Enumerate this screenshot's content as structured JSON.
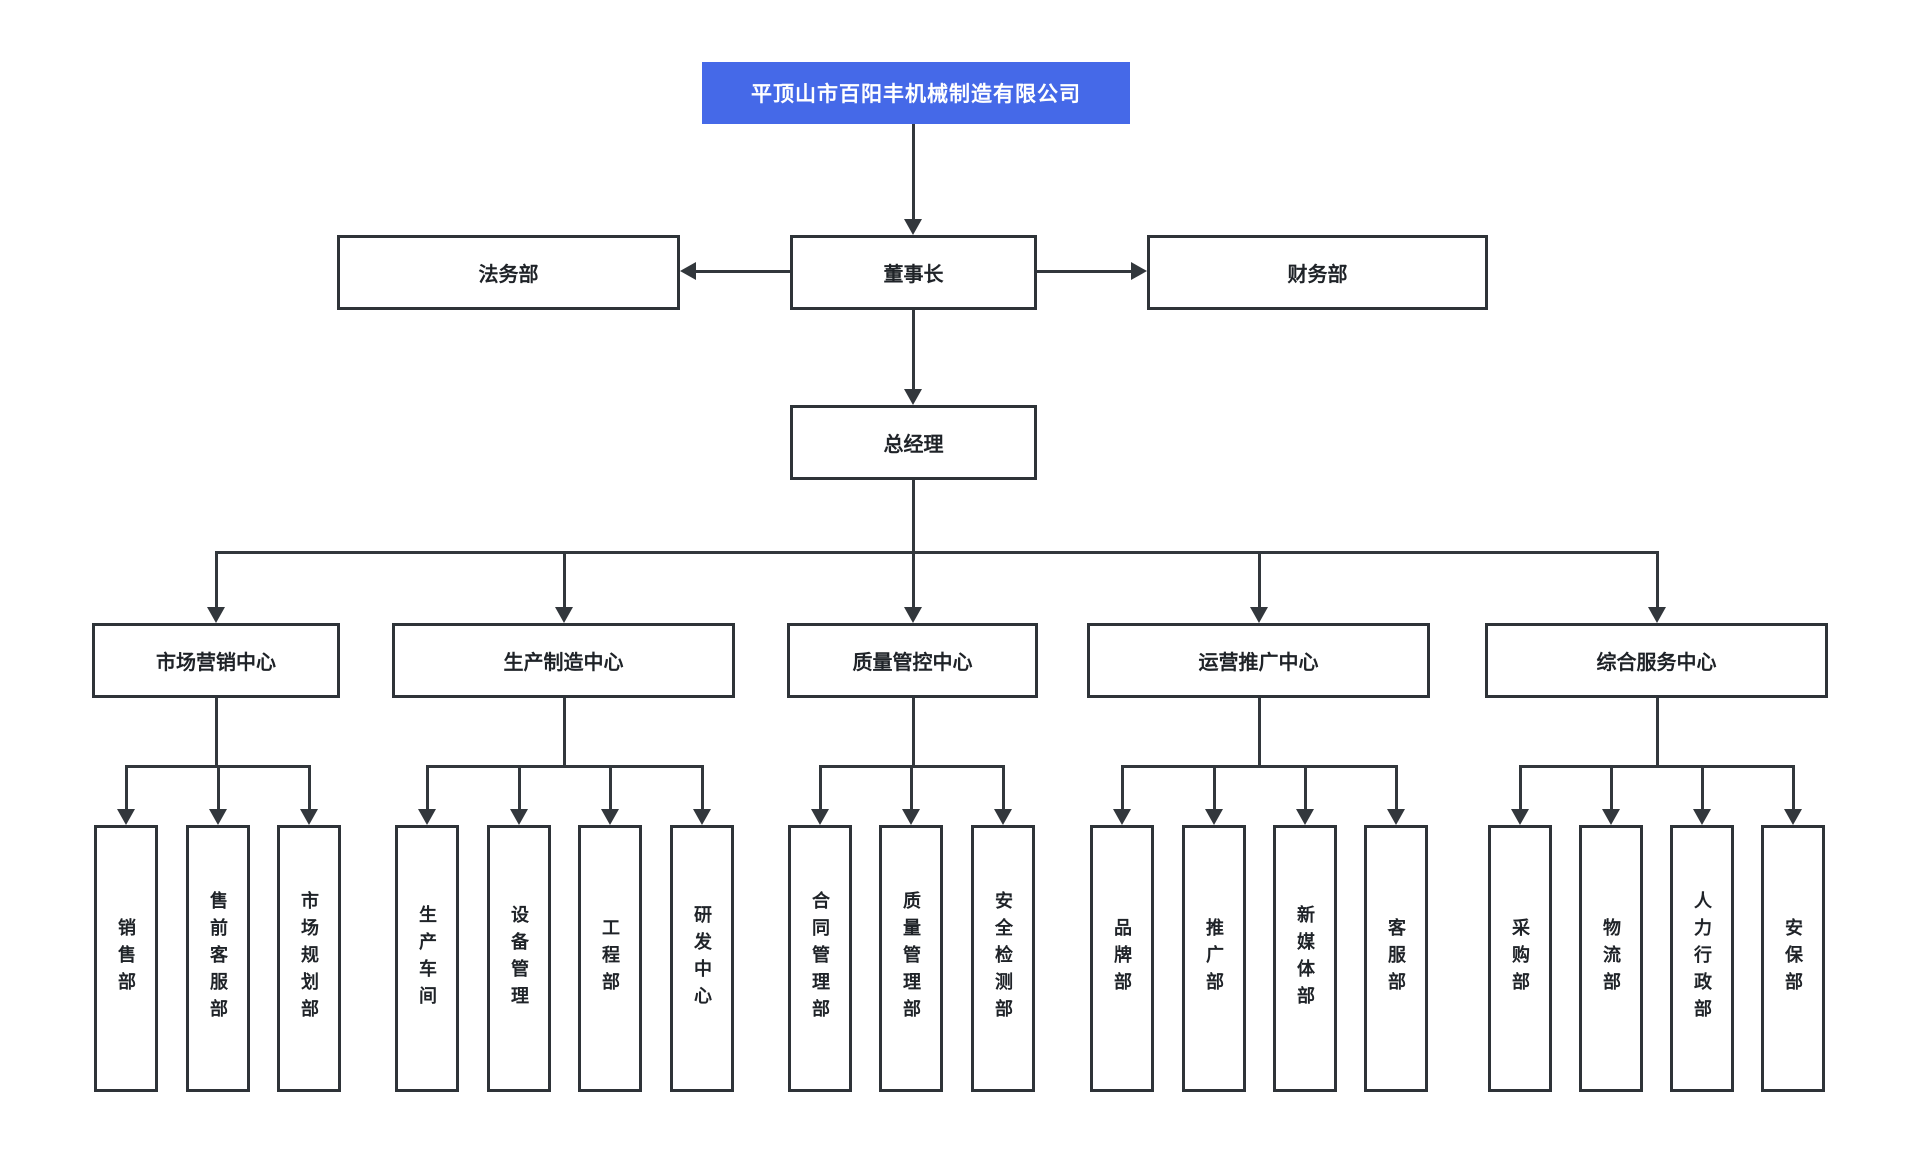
{
  "org": {
    "company": {
      "label": "平顶山市百阳丰机械制造有限公司"
    },
    "level2": {
      "legal": {
        "label": "法务部"
      },
      "chairman": {
        "label": "董事长"
      },
      "finance": {
        "label": "财务部"
      }
    },
    "general_manager": {
      "label": "总经理"
    },
    "groups": [
      {
        "label": "市场营销中心",
        "children": [
          {
            "label": "销售部"
          },
          {
            "label": "售前客服部"
          },
          {
            "label": "市场规划部"
          }
        ]
      },
      {
        "label": "生产制造中心",
        "children": [
          {
            "label": "生产车间"
          },
          {
            "label": "设备管理"
          },
          {
            "label": "工程部"
          },
          {
            "label": "研发中心"
          }
        ]
      },
      {
        "label": "质量管控中心",
        "children": [
          {
            "label": "合同管理部"
          },
          {
            "label": "质量管理部"
          },
          {
            "label": "安全检测部"
          }
        ]
      },
      {
        "label": "运营推广中心",
        "children": [
          {
            "label": "品牌部"
          },
          {
            "label": "推广部"
          },
          {
            "label": "新媒体部"
          },
          {
            "label": "客服部"
          }
        ]
      },
      {
        "label": "综合服务中心",
        "children": [
          {
            "label": "采购部"
          },
          {
            "label": "物流部"
          },
          {
            "label": "人力行政部"
          },
          {
            "label": "安保部"
          }
        ]
      }
    ],
    "colors": {
      "accent_blue": "#4569e8",
      "line": "#32373c",
      "box_border": "#2e3338",
      "text": "#1f2328",
      "root_text": "#ffffff",
      "background": "#ffffff"
    }
  }
}
